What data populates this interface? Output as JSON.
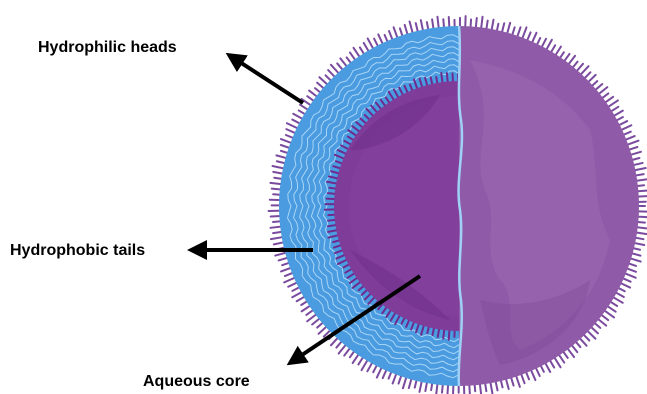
{
  "labels": {
    "hydrophilic_heads": "Hydrophilic heads",
    "hydrophobic_tails": "Hydrophobic tails",
    "aqueous_core": "Aqueous core"
  },
  "colors": {
    "background": "#ffffff",
    "head_fringe": "#7a4a9e",
    "outer_sphere": "#8f5aa8",
    "outer_sphere_light": "#a572b8",
    "tail_layer": "#4a9be0",
    "tail_lines": "#bfe3fb",
    "inner_fringe": "#6e2a8c",
    "aqueous_core": "#7f3c99",
    "arrow": "#000000",
    "text": "#000000"
  }
}
